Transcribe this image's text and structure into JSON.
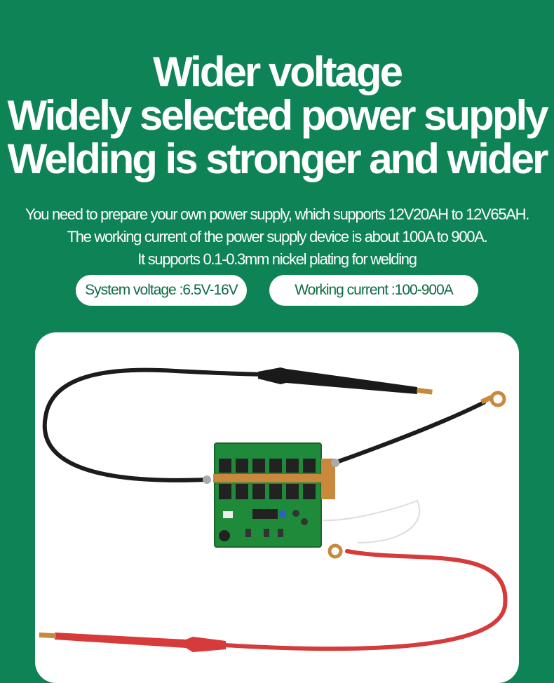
{
  "headline": {
    "line1": "Wider voltage",
    "line2": "Widely selected power supply",
    "line3": "Welding is stronger and wider"
  },
  "description": {
    "line1": "You need to prepare your own power supply, which supports 12V20AH to 12V65AH.",
    "line2": "The working current of the power supply device is about 100A to 900A.",
    "line3": "It supports 0.1-0.3mm nickel plating for welding"
  },
  "specs": {
    "voltage": "System voltage :6.5V-16V",
    "current": "Working current :100-900A"
  },
  "colors": {
    "background": "#0e8356",
    "pill_text": "#0e6b45",
    "pcb": "#1f8a3a",
    "copper_bar": "#c8893c",
    "black_cable": "#1c1c1c",
    "red_cable": "#d63a3a"
  }
}
